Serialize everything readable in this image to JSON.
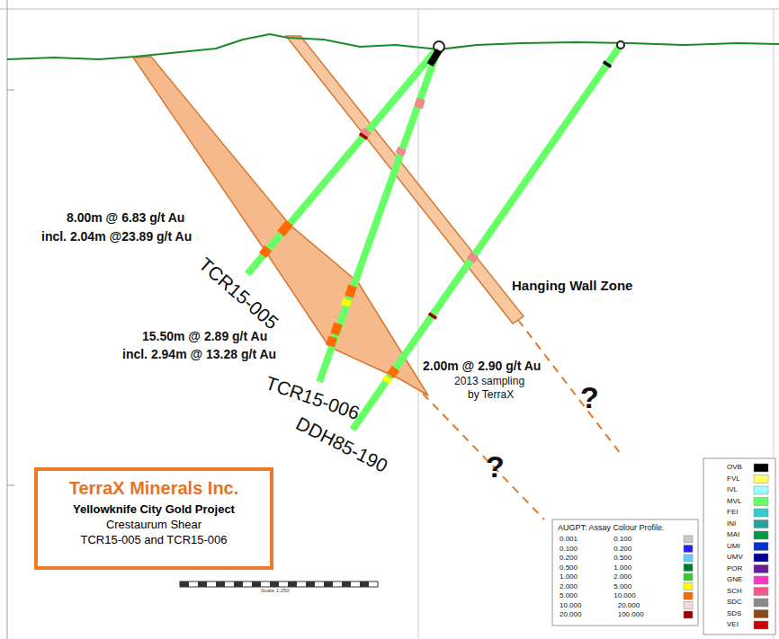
{
  "diagram": {
    "nodes": [
      {
        "text": [
          "TerraX Minerals Inc.",
          "Yellowknife City Gold Project",
          "Crestaurum Shear",
          "TCR15-005 and TCR15-006"
        ]
      }
    ],
    "labels": [
      "8.00m @ 6.83 g/t Au",
      "incl. 2.04m @23.89 g/t Au",
      "15.50m @ 2.89 g/t Au",
      "incl. 2.94m @ 13.28 g/t Au",
      "2.00m @ 2.90 g/t Au",
      "2013 sampling",
      "by TerraX",
      "Hanging Wall Zone",
      "TCR15-005",
      "TCR15-006",
      "DDH85-190",
      "?",
      "?",
      "AUGPT: Assay Colour Profile.",
      "Scale 1:250"
    ],
    "legend": [
      {
        "text": "0.001 0.100",
        "color": "#c8c8c8"
      },
      {
        "text": "0.100 0.200",
        "color": "#1f1fff"
      },
      {
        "text": "0.200 0.500",
        "color": "#66ccff"
      },
      {
        "text": "0.500 1.000",
        "color": "#007a2a"
      },
      {
        "text": "1.000 2.000",
        "color": "#33cc33"
      },
      {
        "text": "2.000 5.000",
        "color": "#ffff00"
      },
      {
        "text": "5.000 10.000",
        "color": "#ff6a00"
      },
      {
        "text": "10.000 20.000",
        "color": "#f8d8d8"
      },
      {
        "text": "20.000 100.000",
        "color": "#a00000"
      },
      {
        "text": "OVB",
        "color": "#000000"
      },
      {
        "text": "FVL",
        "color": "#ffff66"
      },
      {
        "text": "IVL",
        "color": "#99ffff"
      },
      {
        "text": "MVL",
        "color": "#66ff66"
      },
      {
        "text": "FEI",
        "color": "#33cccc"
      },
      {
        "text": "INI",
        "color": "#2aa198"
      },
      {
        "text": "MAI",
        "color": "#009944"
      },
      {
        "text": "UMI",
        "color": "#0033cc"
      },
      {
        "text": "UMV",
        "color": "#000099"
      },
      {
        "text": "POR",
        "color": "#6a1b9a"
      },
      {
        "text": "GNE",
        "color": "#ff33cc"
      },
      {
        "text": "SCH",
        "color": "#ff5588"
      },
      {
        "text": "SDC",
        "color": "#8a8a8a"
      },
      {
        "text": "SDS",
        "color": "#8b4a13"
      },
      {
        "text": "VEI",
        "color": "#cc0000"
      }
    ]
  }
}
